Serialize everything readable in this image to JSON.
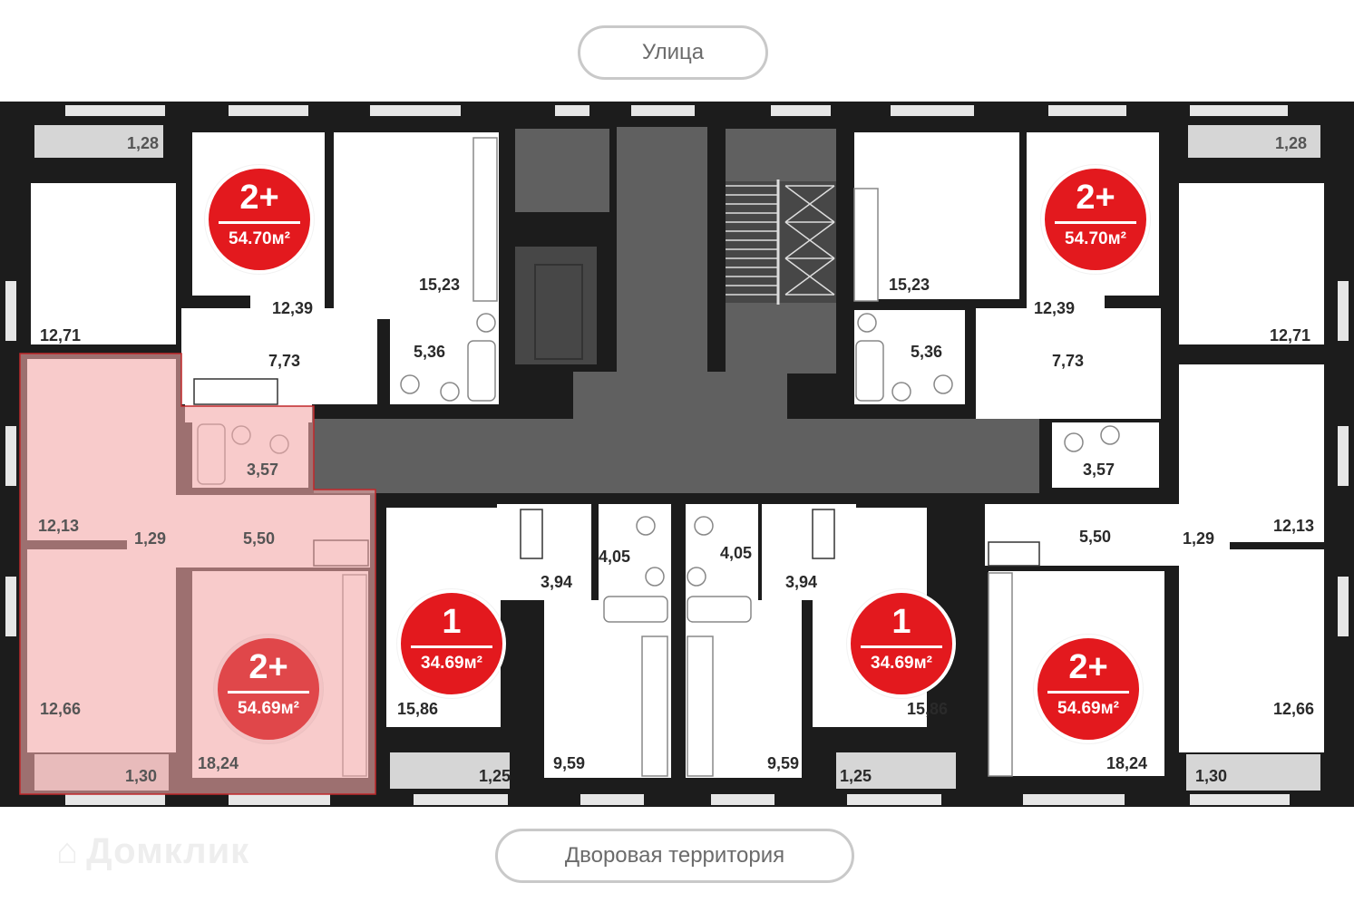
{
  "labels": {
    "street": "Улица",
    "yard": "Дворовая территория",
    "watermark": "Домклик"
  },
  "badges": [
    {
      "rooms": "2+",
      "area": "54.70м²"
    },
    {
      "rooms": "2+",
      "area": "54.70м²"
    },
    {
      "rooms": "2+",
      "area": "54.69м²"
    },
    {
      "rooms": "1",
      "area": "34.69м²"
    },
    {
      "rooms": "1",
      "area": "34.69м²"
    },
    {
      "rooms": "2+",
      "area": "54.69м²"
    }
  ],
  "room_areas": [
    "1,28",
    "12,71",
    "12,39",
    "15,23",
    "7,73",
    "5,36",
    "1,28",
    "12,71",
    "12,39",
    "15,23",
    "7,73",
    "5,36",
    "12,13",
    "1,29",
    "3,57",
    "5,50",
    "12,66",
    "18,24",
    "1,30",
    "15,86",
    "3,94",
    "4,05",
    "9,59",
    "1,25",
    "4,05",
    "3,94",
    "15,86",
    "9,59",
    "1,25",
    "3,57",
    "5,50",
    "1,29",
    "12,13",
    "12,66",
    "18,24",
    "1,30"
  ],
  "colors": {
    "wall": "#1c1c1c",
    "common_area": "#5e5e5e",
    "stair": "#4a4a4a",
    "balcony": "#d6d6d6",
    "window": "#d9d9d9",
    "badge": "#e3191e",
    "highlight": "#f7c6c6"
  }
}
